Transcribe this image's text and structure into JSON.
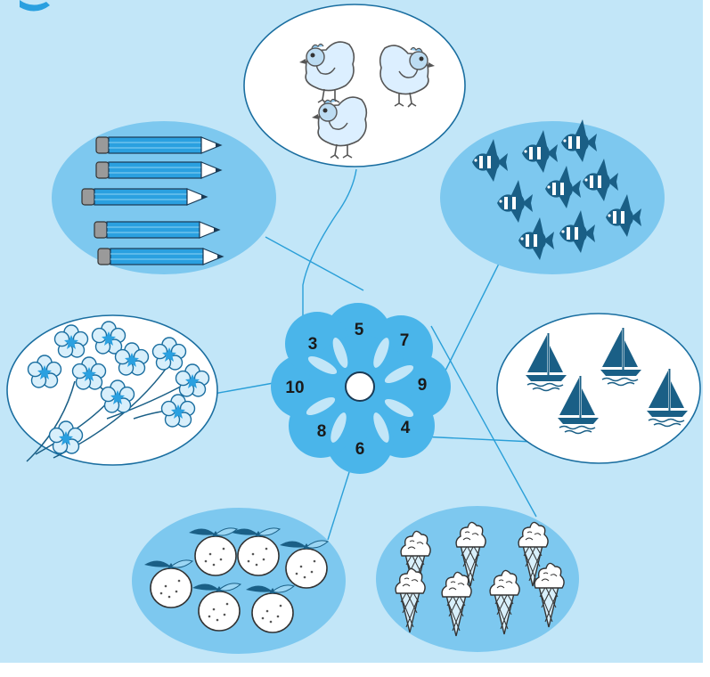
{
  "flower_numbers": [
    "5",
    "7",
    "9",
    "4",
    "6",
    "8",
    "10",
    "3"
  ],
  "colors": {
    "background": "#c2e6f8",
    "pale_oval": "#7dc8ef",
    "flower": "#4ab5ea",
    "pencil": "#2aa0e0",
    "dark_blue": "#1a5f86",
    "line": "#2a9fd8",
    "outline": "#1a6ea0"
  },
  "icons": {
    "corner": "bird-wing-icon",
    "chickens": "chicken-icon",
    "pencils": "pencil-icon",
    "fish": "angelfish-icon",
    "flowers": "flower-icon",
    "boats": "sailboat-icon",
    "fruits": "tangerine-icon",
    "ice_creams": "ice-cream-cone-icon"
  },
  "groups": [
    {
      "name": "chickens",
      "count": 3
    },
    {
      "name": "pencils",
      "count": 5
    },
    {
      "name": "fish",
      "count": 9
    },
    {
      "name": "flowers",
      "count": 10
    },
    {
      "name": "boats",
      "count": 4
    },
    {
      "name": "fruits",
      "count": 6
    },
    {
      "name": "ice_creams",
      "count": 7
    }
  ]
}
